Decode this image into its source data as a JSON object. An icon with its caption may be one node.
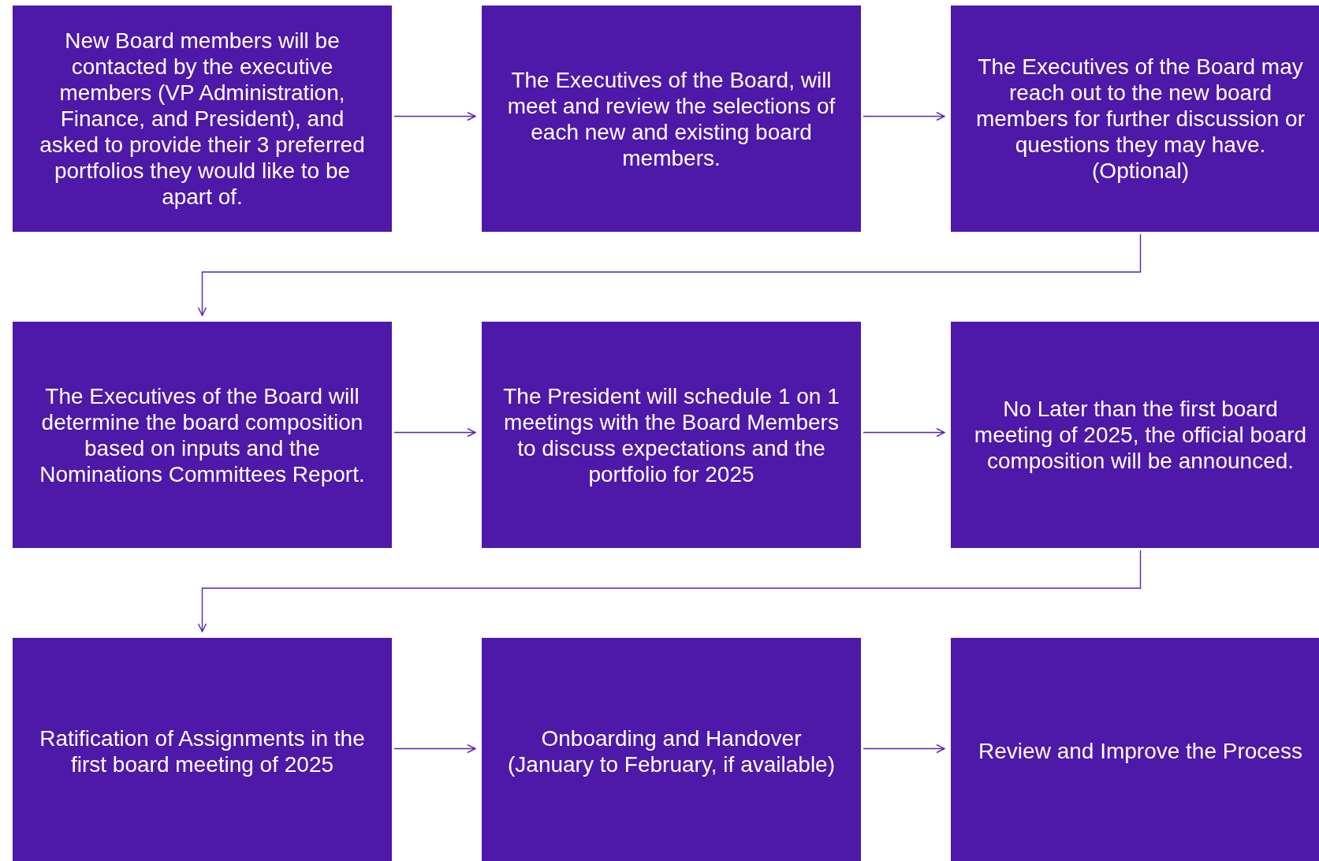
{
  "diagram": {
    "nodes": [
      {
        "text": [
          "New Board members will be contacted by the executive members (VP Administration, Finance, and President), and asked to provide their 3 preferred portfolios they would like to be apart of."
        ]
      },
      {
        "text": [
          "The Executives of the Board, will meet and review the selections of each new and existing board members."
        ]
      },
      {
        "text": [
          "The Executives of the Board may reach out to the new board members for further discussion or questions they may have. (Optional)"
        ]
      },
      {
        "text": [
          "The Executives of the Board will determine the board composition based on inputs and the Nominations Committees Report."
        ]
      },
      {
        "text": [
          "The President will schedule 1 on 1 meetings with the Board Members to discuss expectations and the portfolio for 2025"
        ]
      },
      {
        "text": [
          "No Later than the first board meeting of 2025, the official board composition will be announced."
        ]
      },
      {
        "text": [
          "Ratification of Assignments in the first board meeting of 2025"
        ]
      },
      {
        "text": [
          "Onboarding and Handover (January to February, if available)"
        ]
      },
      {
        "text": [
          "Review and Improve the Process"
        ]
      }
    ],
    "edges": [
      {
        "from": 0,
        "to": 1,
        "arrow": "to"
      },
      {
        "from": 1,
        "to": 2,
        "arrow": "to"
      },
      {
        "from": 2,
        "to": 3,
        "arrow": "to"
      },
      {
        "from": 3,
        "to": 4,
        "arrow": "to"
      },
      {
        "from": 4,
        "to": 5,
        "arrow": "to"
      },
      {
        "from": 5,
        "to": 6,
        "arrow": "to"
      },
      {
        "from": 6,
        "to": 7,
        "arrow": "to"
      },
      {
        "from": 7,
        "to": 8,
        "arrow": "to"
      }
    ]
  }
}
